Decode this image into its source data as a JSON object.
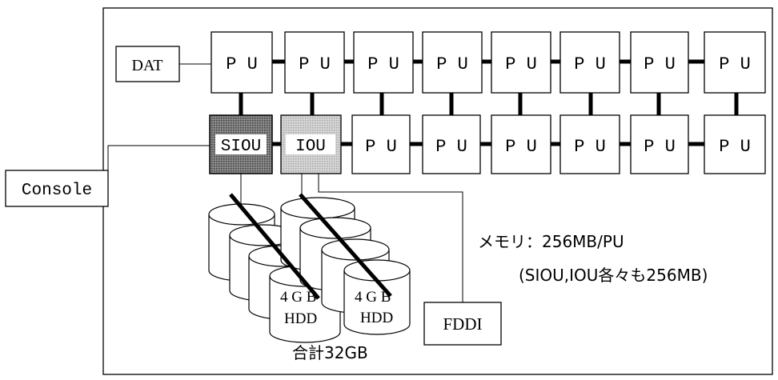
{
  "diagram": {
    "dat_label": "DAT",
    "console_label": "Console",
    "siou_label": "SIOU",
    "iou_label": "IOU",
    "fddi_label": "FDDI",
    "pu_label": "P U",
    "hdd_capacity_label": "4 G B",
    "hdd_label": "HDD",
    "memory_label": "メモリ：256MB/PU",
    "memory_note": "(SIOU,IOU各々も256MB)",
    "total_label": "合計32GB"
  },
  "colors": {
    "line": "#000000",
    "background": "#ffffff",
    "siou_fill": "#777777",
    "iou_fill": "#c8c8c8"
  }
}
